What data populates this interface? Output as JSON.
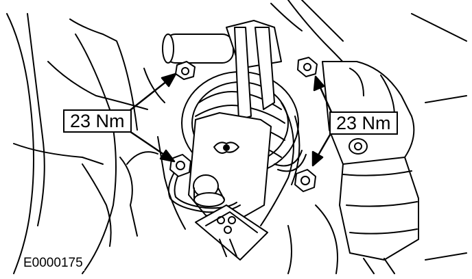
{
  "callouts": {
    "left_torque": "23 Nm",
    "right_torque": "23 Nm"
  },
  "figure_id": "E0000175",
  "colors": {
    "line": "#000000",
    "background": "#ffffff"
  }
}
